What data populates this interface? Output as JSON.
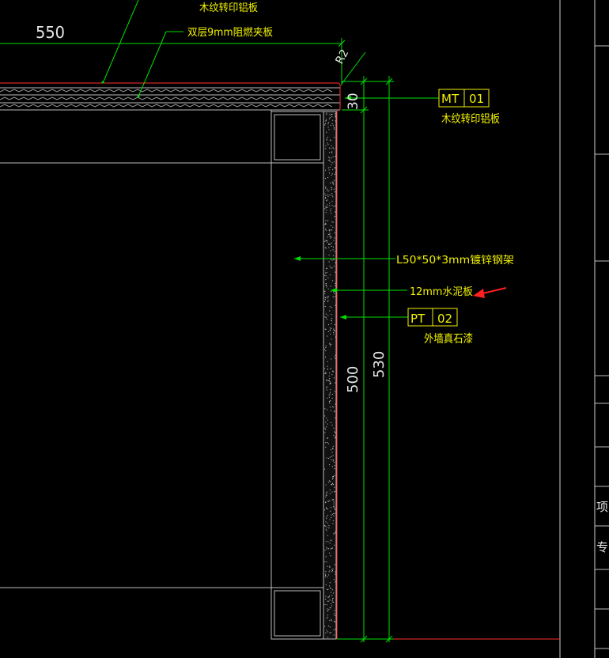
{
  "drawing": {
    "dimensions": {
      "top_width": "550",
      "radius": "R2",
      "cap_thickness": "30",
      "inner_height": "500",
      "overall_height": "530"
    },
    "labels": {
      "top_cut_label": "木纹转印铝板",
      "fire_board": "双层9mm阻燃夹板",
      "steel_frame": "L50*50*3mm镀锌钢架",
      "cement_board": "12mm水泥板",
      "mt_material_desc": "木纹转印铝板",
      "pt_material_desc": "外墙真石漆"
    },
    "tags": [
      {
        "code": "MT",
        "number": "01"
      },
      {
        "code": "PT",
        "number": "02"
      }
    ],
    "title_block_chars": [
      "项",
      "专"
    ],
    "colors": {
      "background": "#000000",
      "text": "#f2f200",
      "leader": "#00e000",
      "outline": "#ff3030",
      "geometry": "#bdbdbd",
      "arrow": "#ff2020"
    }
  }
}
